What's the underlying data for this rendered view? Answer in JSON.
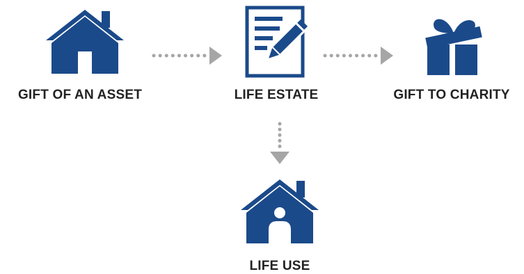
{
  "diagram": {
    "nodes": [
      {
        "id": "gift-of-an-asset",
        "label": "GIFT OF AN ASSET",
        "icon": "house-icon"
      },
      {
        "id": "life-estate",
        "label": "LIFE ESTATE",
        "icon": "document-pen-icon"
      },
      {
        "id": "gift-to-charity",
        "label": "GIFT TO CHARITY",
        "icon": "gift-icon"
      },
      {
        "id": "life-use",
        "label": "LIFE USE",
        "icon": "house-person-icon"
      }
    ],
    "edges": [
      {
        "from": "gift-of-an-asset",
        "to": "life-estate",
        "style": "dotted-arrow"
      },
      {
        "from": "life-estate",
        "to": "gift-to-charity",
        "style": "dotted-arrow"
      },
      {
        "from": "life-estate",
        "to": "life-use",
        "style": "dotted-arrow"
      }
    ]
  },
  "colors": {
    "icon_primary": "#1b4a8a",
    "arrow": "#a6a6a6",
    "label": "#222222",
    "background": "#ffffff"
  }
}
